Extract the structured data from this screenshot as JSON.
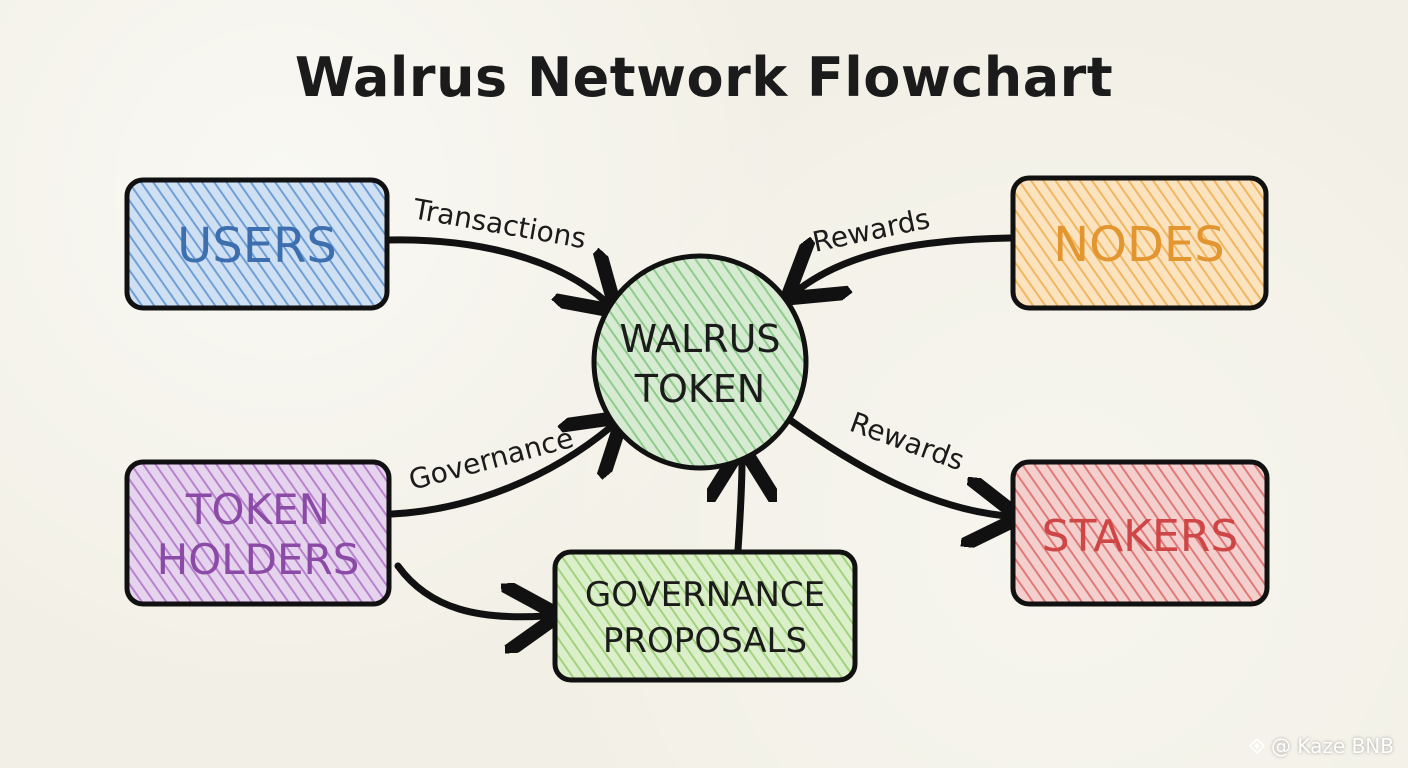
{
  "title": "Walrus Network Flowchart",
  "nodes": {
    "users": {
      "label": "USERS",
      "color": "#4a7fc1"
    },
    "nodes": {
      "label": "NODES",
      "color": "#e9a03a"
    },
    "walrus_token": {
      "line1": "WALRUS",
      "line2": "TOKEN",
      "color": "#69b36a"
    },
    "token_holders": {
      "line1": "TOKEN",
      "line2": "HOLDERS",
      "color": "#9b5bb5"
    },
    "governance_proposals": {
      "line1": "GOVERNANCE",
      "line2": "PROPOSALS",
      "color": "#86c062"
    },
    "stakers": {
      "label": "STAKERS",
      "color": "#d64a4a"
    }
  },
  "edges": {
    "users_to_token": "Transactions",
    "nodes_to_token": "Rewards",
    "holders_to_token": "Governance",
    "token_to_stakers": "Rewards"
  },
  "watermark": "@ Kaze BNB"
}
